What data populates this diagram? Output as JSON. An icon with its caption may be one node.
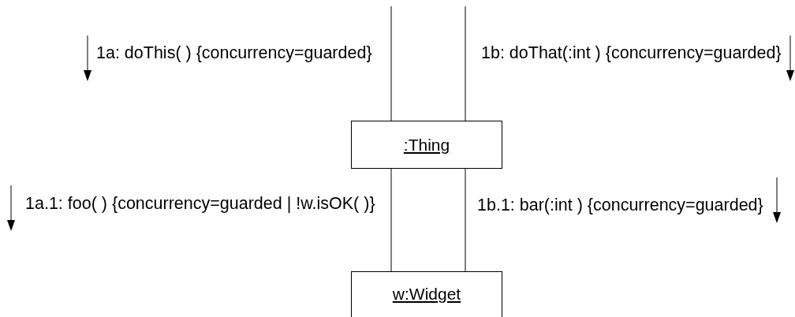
{
  "diagram": {
    "nodes": [
      {
        "text": [
          ":Thing"
        ]
      },
      {
        "text": [
          "w:Widget"
        ]
      }
    ],
    "edges": [
      {
        "from": null,
        "to": 0,
        "arrow": "none",
        "label": "1a: doThis( ) {concurrency=guarded}"
      },
      {
        "from": null,
        "to": 0,
        "arrow": "none",
        "label": "1b: doThat(:int ) {concurrency=guarded}"
      },
      {
        "from": 0,
        "to": 1,
        "arrow": "none",
        "label": "1a.1: foo( ) {concurrency=guarded | !w.isOK( )}"
      },
      {
        "from": 0,
        "to": 1,
        "arrow": "none",
        "label": "1b.1: bar(:int ) {concurrency=guarded}"
      }
    ]
  }
}
